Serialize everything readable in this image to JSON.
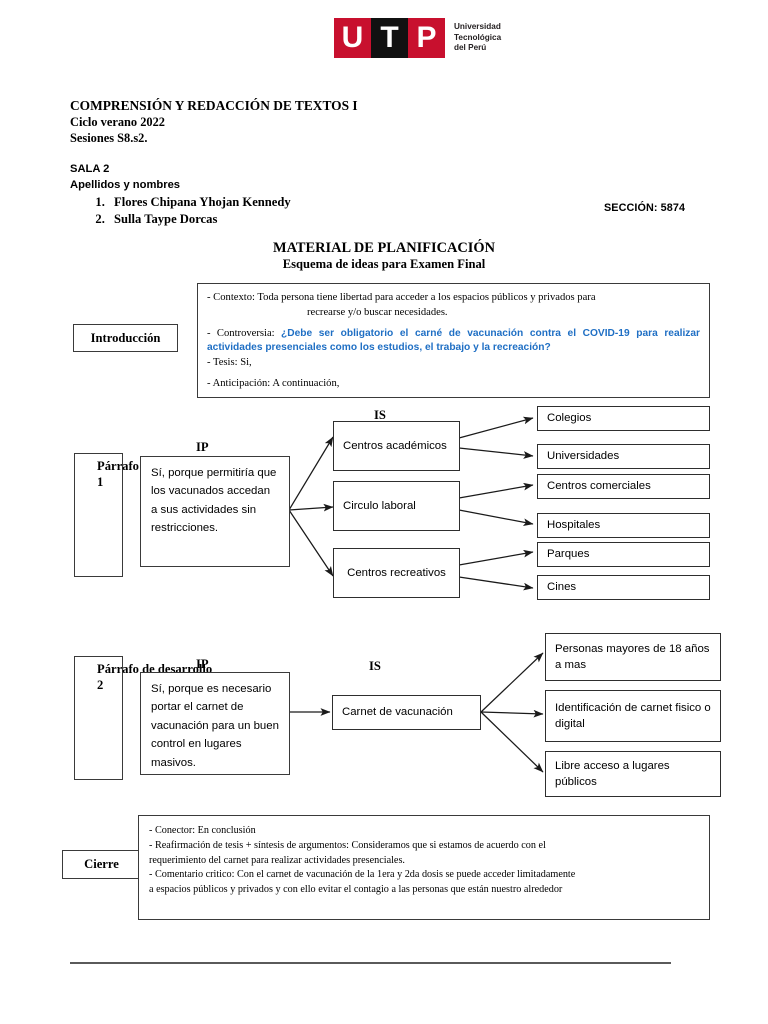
{
  "logo": {
    "letters": [
      "U",
      "T",
      "P"
    ],
    "name_lines": [
      "Universidad",
      "Tecnológica",
      "del Perú"
    ],
    "red": "#C8102E",
    "black": "#111111"
  },
  "header": {
    "course": "COMPRENSIÓN Y REDACCIÓN DE TEXTOS I",
    "cycle": "Ciclo verano 2022",
    "sessions": "Sesiones S8.s2.",
    "room": "SALA 2",
    "names_label": "Apellidos y nombres",
    "students": [
      "Flores Chipana Yhojan Kennedy",
      "Sulla Taype Dorcas"
    ],
    "section": "SECCIÓN: 5874"
  },
  "doc": {
    "title": "MATERIAL DE PLANIFICACIÓN",
    "subtitle": "Esquema de ideas para Examen Final"
  },
  "introduccion": {
    "label": "Introducción",
    "contexto": "- Contexto: Toda persona tiene libertad para acceder a los espacios públicos y privados para",
    "contexto_cont": "recrearse y/o buscar necesidades.",
    "controversia_prefix": "- Controversia:",
    "controversia": "¿Debe ser obligatorio el carné de vacunación contra el COVID-19 para realizar actividades presenciales como los estudios, el trabajo y la recreación?",
    "controversia_color": "#1F6FC4",
    "tesis": "- Tesis: Si,",
    "anticipacion": "- Anticipación: A continuación,"
  },
  "parrafo1": {
    "side_label": "Párrafo de desarrollo 1",
    "ip_label": "IP",
    "is_label": "IS",
    "ip_text": "Sí, porque permitiría que los vacunados accedan a sus actividades sin restricciones.",
    "is_nodes": [
      {
        "text": "Centros académicos",
        "align": "left"
      },
      {
        "text": "Circulo laboral",
        "align": "left"
      },
      {
        "text": "Centros recreativos",
        "align": "center"
      }
    ],
    "leaves": [
      "Colegios",
      "Universidades",
      "Centros comerciales",
      "Hospitales",
      "Parques",
      "Cines"
    ]
  },
  "parrafo2": {
    "side_label": "Párrafo de desarrollo 2",
    "ip_label": "IP",
    "is_label": "IS",
    "ip_text": "Sí, porque es necesario portar el carnet de vacunación para un buen control en lugares masivos.",
    "is_node": "Carnet de vacunación",
    "leaves": [
      "Personas mayores de 18 años a mas",
      "Identificación de carnet fisico o digital",
      "Libre acceso a lugares públicos"
    ]
  },
  "cierre": {
    "label": "Cierre",
    "lines": [
      "- Conector: En conclusión",
      "- Reafirmación de tesis + síntesis de argumentos: Consideramos que si estamos de acuerdo con el",
      "requerimiento del carnet para realizar actividades presenciales.",
      "- Comentario critico: Con el carnet de vacunación de la 1era y 2da dosis se puede acceder limitadamente",
      "a espacios públicos y privados y con ello evitar el contagio a las personas que están nuestro alrededor"
    ]
  }
}
